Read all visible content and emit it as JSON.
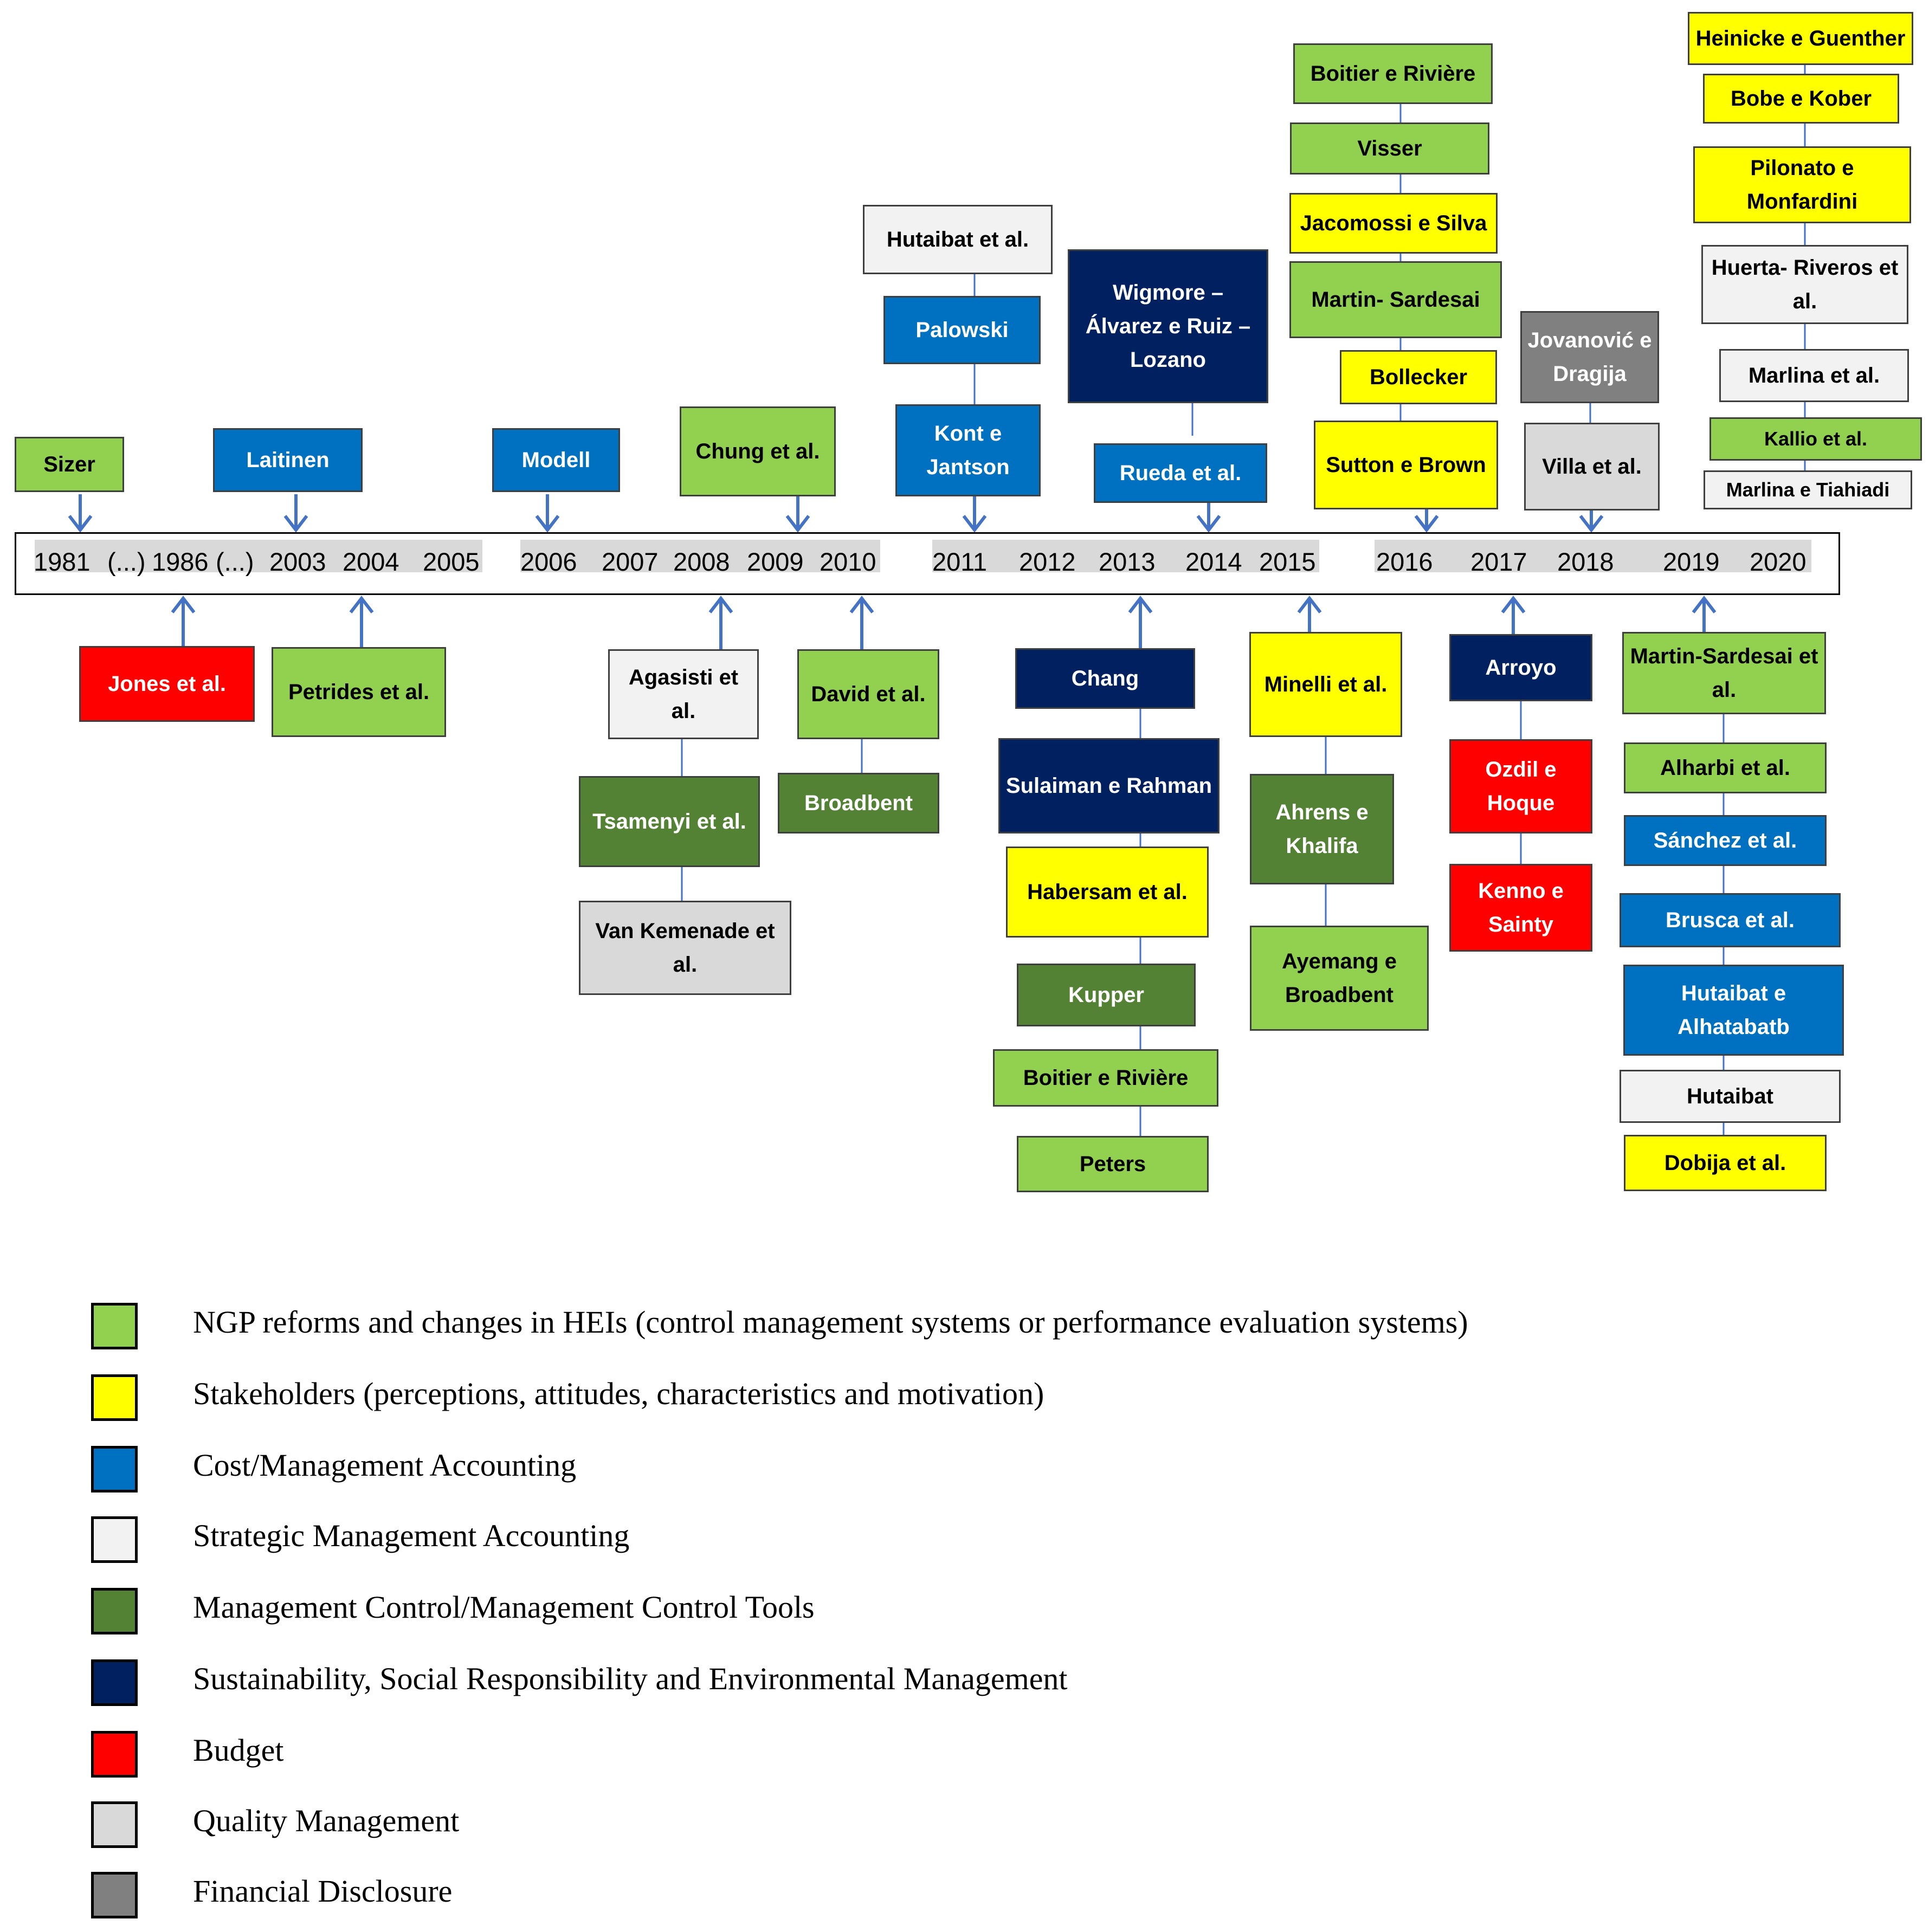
{
  "colors": {
    "ngp": "#92d050",
    "stakeholders": "#ffff00",
    "cost": "#0070c0",
    "strategic": "#f2f2f2",
    "control": "#548235",
    "sustainability": "#002060",
    "budget": "#ff0000",
    "quality": "#d9d9d9",
    "financial": "#808080",
    "line": "#4472c4"
  },
  "timeline": {
    "years": [
      "1981",
      "(...)",
      "1986",
      "(...)",
      "2003",
      "2004",
      "2005",
      "2006",
      "2007",
      "2008",
      "2009",
      "2010",
      "2011",
      "2012",
      "2013",
      "2014",
      "2015",
      "2016",
      "2017",
      "2018",
      "2019",
      "2020"
    ]
  },
  "boxes": [
    {
      "label": "Sizer",
      "cat": "ngp"
    },
    {
      "label": "Laitinen",
      "cat": "cost"
    },
    {
      "label": "Modell",
      "cat": "cost"
    },
    {
      "label": "Chung et al.",
      "cat": "ngp"
    },
    {
      "label": "Hutaibat et al.",
      "cat": "strategic"
    },
    {
      "label": "Palowski",
      "cat": "cost"
    },
    {
      "label": "Kont e Jantson",
      "cat": "cost"
    },
    {
      "label": "Wigmore – Álvarez e Ruiz – Lozano",
      "cat": "sustainability"
    },
    {
      "label": "Rueda et al.",
      "cat": "cost"
    },
    {
      "label": "Boitier e Rivière",
      "cat": "ngp"
    },
    {
      "label": "Visser",
      "cat": "ngp"
    },
    {
      "label": "Jacomossi e Silva",
      "cat": "stakeholders"
    },
    {
      "label": "Martin- Sardesai",
      "cat": "ngp"
    },
    {
      "label": "Bollecker",
      "cat": "stakeholders"
    },
    {
      "label": "Sutton e Brown",
      "cat": "stakeholders"
    },
    {
      "label": "Jovanović e Dragija",
      "cat": "financial"
    },
    {
      "label": "Villa et al.",
      "cat": "quality"
    },
    {
      "label": "Heinicke e Guenther",
      "cat": "stakeholders"
    },
    {
      "label": "Bobe e Kober",
      "cat": "stakeholders"
    },
    {
      "label": "Pilonato e Monfardini",
      "cat": "stakeholders"
    },
    {
      "label": "Huerta- Riveros et al.",
      "cat": "strategic"
    },
    {
      "label": "Marlina et al.",
      "cat": "strategic"
    },
    {
      "label": "Kallio et al.",
      "cat": "ngp"
    },
    {
      "label": "Marlina e Tiahiadi",
      "cat": "strategic"
    },
    {
      "label": "Jones et al.",
      "cat": "budget"
    },
    {
      "label": "Petrides et al.",
      "cat": "ngp"
    },
    {
      "label": "Agasisti et al.",
      "cat": "strategic"
    },
    {
      "label": "Tsamenyi et al.",
      "cat": "control"
    },
    {
      "label": "Van Kemenade et al.",
      "cat": "quality"
    },
    {
      "label": "David et al.",
      "cat": "ngp"
    },
    {
      "label": "Broadbent",
      "cat": "control"
    },
    {
      "label": "Chang",
      "cat": "sustainability"
    },
    {
      "label": "Sulaiman e Rahman",
      "cat": "sustainability"
    },
    {
      "label": "Habersam et al.",
      "cat": "stakeholders"
    },
    {
      "label": "Kupper",
      "cat": "control"
    },
    {
      "label": "Boitier e Rivière",
      "cat": "ngp"
    },
    {
      "label": "Peters",
      "cat": "ngp"
    },
    {
      "label": "Minelli et al.",
      "cat": "stakeholders"
    },
    {
      "label": "Ahrens e Khalifa",
      "cat": "control"
    },
    {
      "label": "Ayemang e Broadbent",
      "cat": "ngp"
    },
    {
      "label": "Arroyo",
      "cat": "sustainability"
    },
    {
      "label": "Ozdil e Hoque",
      "cat": "budget"
    },
    {
      "label": "Kenno e Sainty",
      "cat": "budget"
    },
    {
      "label": "Martin-Sardesai et al.",
      "cat": "ngp"
    },
    {
      "label": "Alharbi et al.",
      "cat": "ngp"
    },
    {
      "label": "Sánchez et al.",
      "cat": "cost"
    },
    {
      "label": "Brusca et al.",
      "cat": "cost"
    },
    {
      "label": "Hutaibat e Alhatabatb",
      "cat": "cost"
    },
    {
      "label": "Hutaibat",
      "cat": "strategic"
    },
    {
      "label": "Dobija et al.",
      "cat": "stakeholders"
    }
  ],
  "legend": [
    {
      "label": "NGP reforms and changes in HEIs (control management systems or performance evaluation systems)",
      "cat": "ngp"
    },
    {
      "label": "Stakeholders (perceptions, attitudes, characteristics and motivation)",
      "cat": "stakeholders"
    },
    {
      "label": "Cost/Management Accounting",
      "cat": "cost"
    },
    {
      "label": "Strategic Management Accounting",
      "cat": "strategic"
    },
    {
      "label": "Management Control/Management Control Tools",
      "cat": "control"
    },
    {
      "label": "Sustainability, Social Responsibility and Environmental Management",
      "cat": "sustainability"
    },
    {
      "label": "Budget",
      "cat": "budget"
    },
    {
      "label": "Quality Management",
      "cat": "quality"
    },
    {
      "label": "Financial Disclosure",
      "cat": "financial"
    }
  ]
}
